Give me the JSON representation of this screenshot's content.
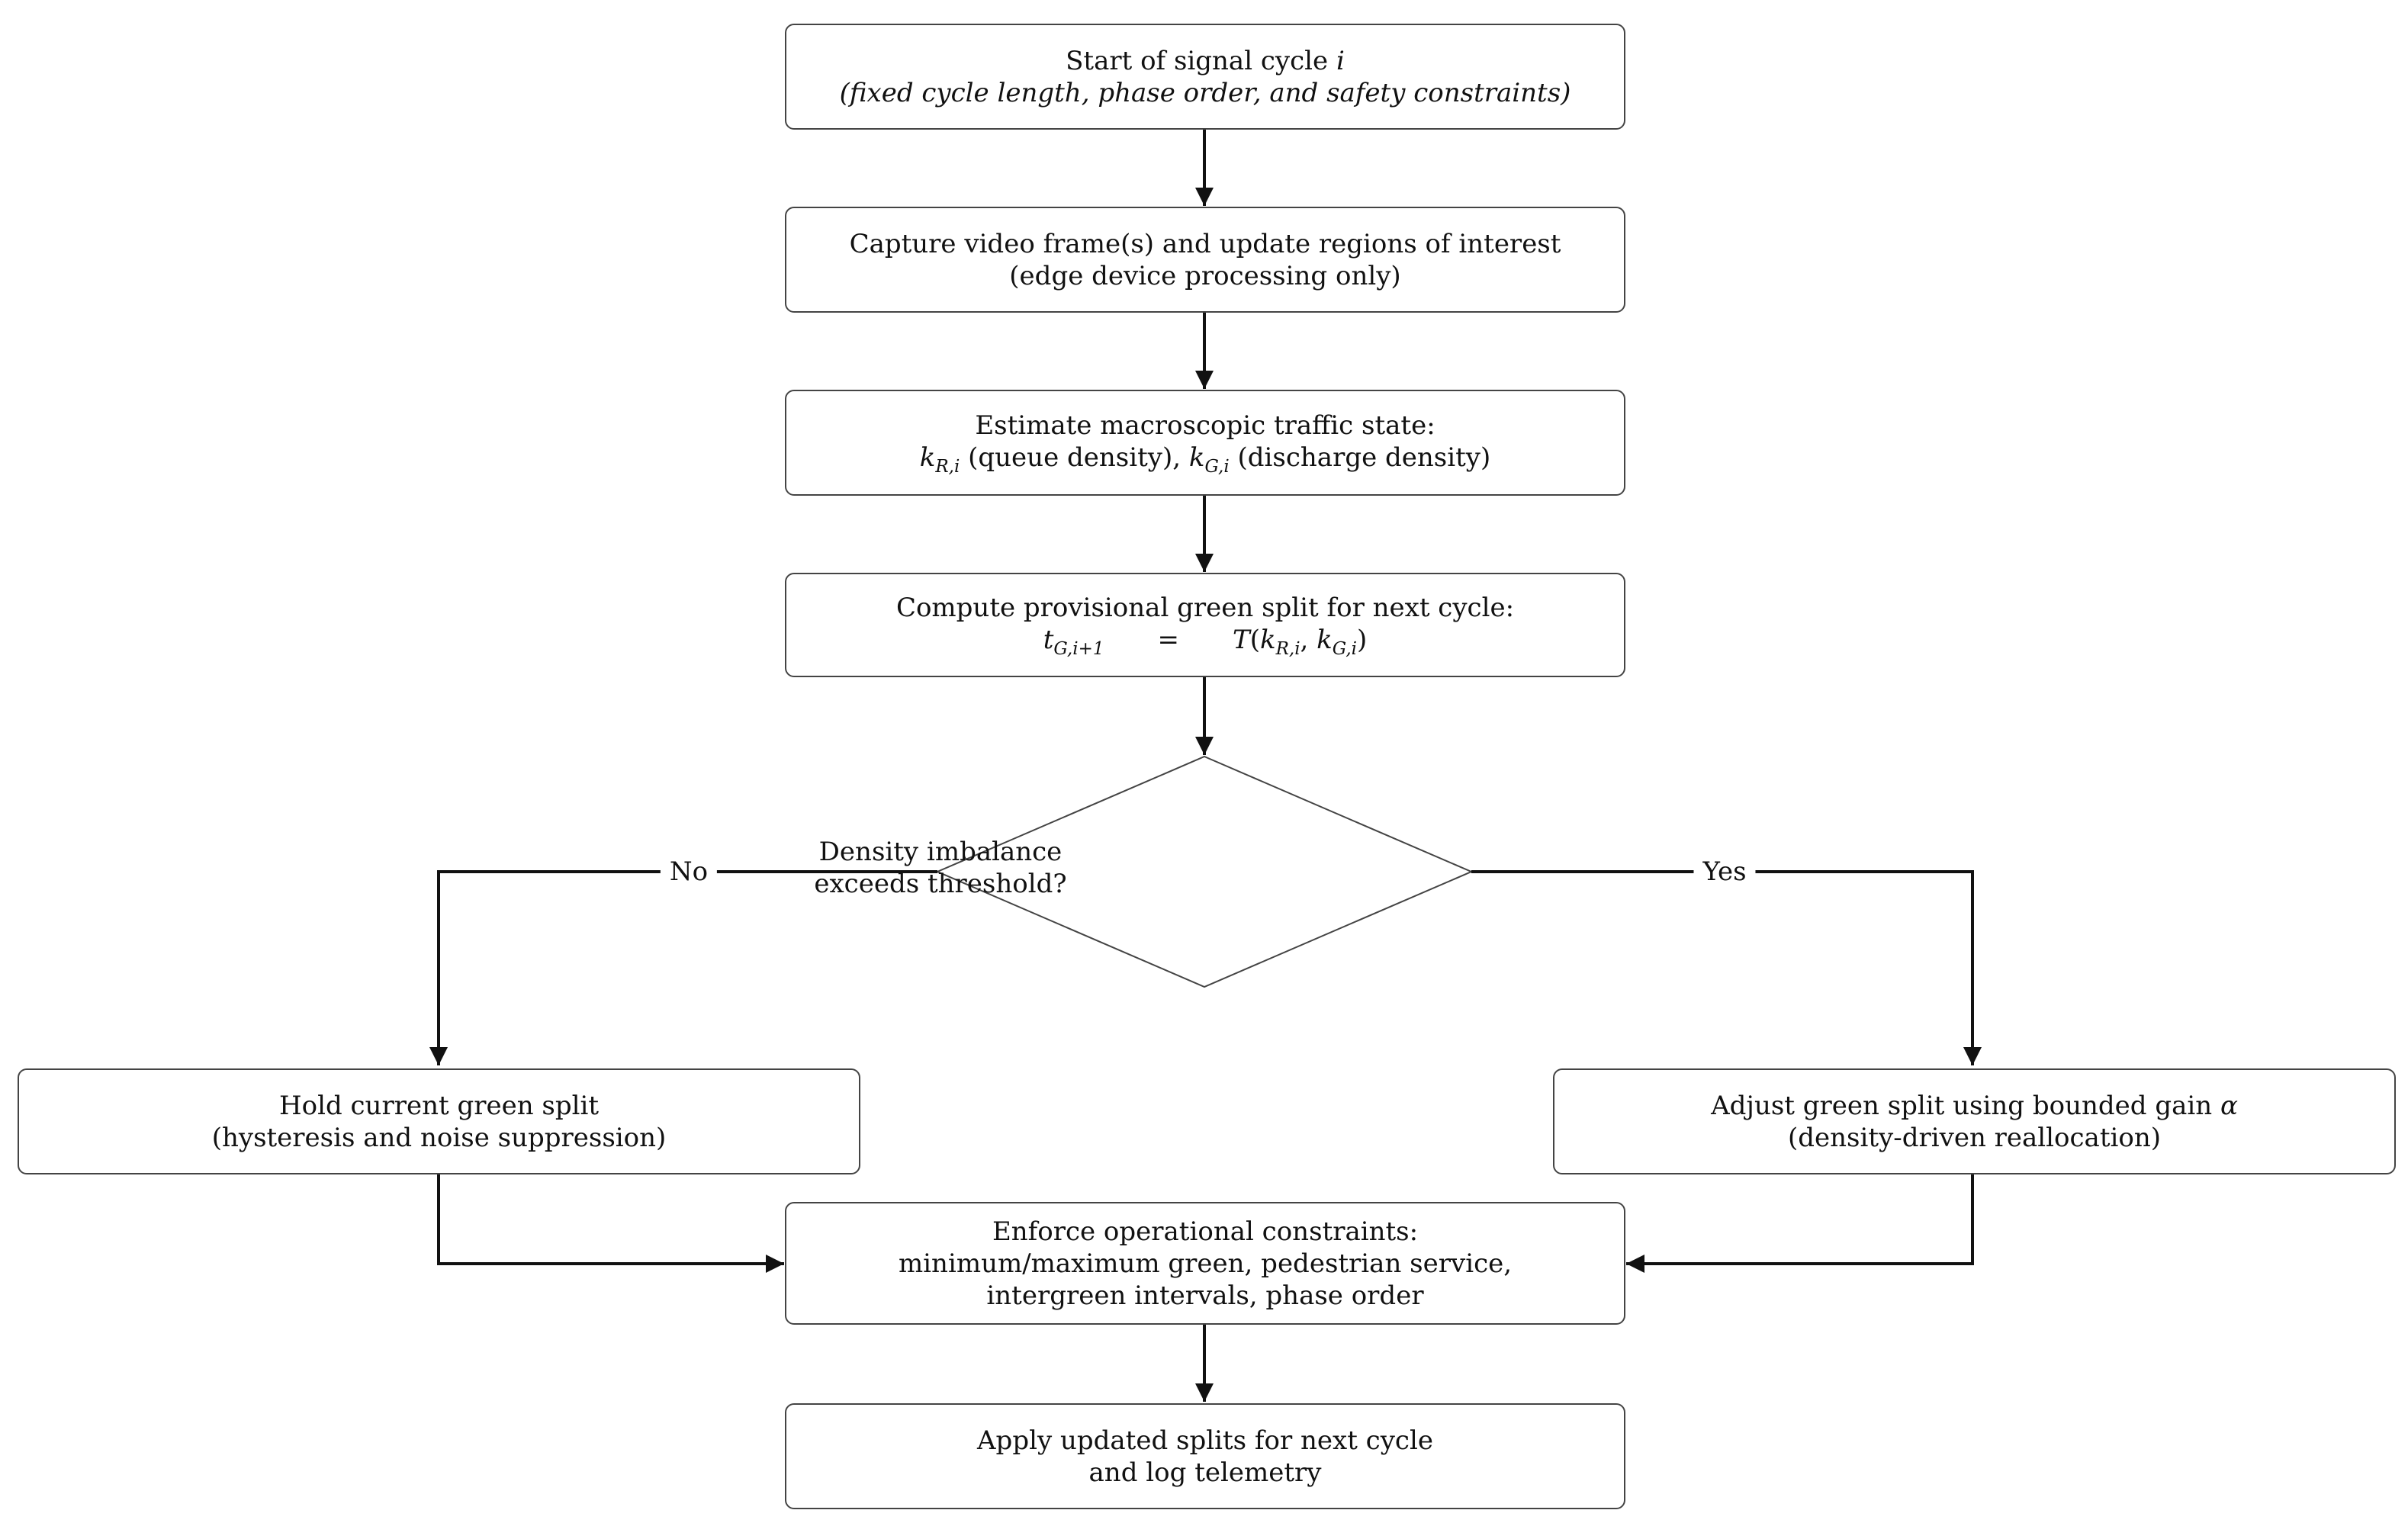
{
  "flowchart": {
    "start": {
      "line1": "Start of signal cycle ",
      "line1_var": "i",
      "line2": "(fixed cycle length, phase order, and safety constraints)"
    },
    "capture": {
      "line1": "Capture video frame(s) and update regions of interest",
      "line2": "(edge device processing only)"
    },
    "estimate": {
      "line1": "Estimate macroscopic traffic state:",
      "k1": "k",
      "k1_sub": "R,i",
      "k1_text": " (queue density), ",
      "k2": "k",
      "k2_sub": "G,i",
      "k2_text": " (discharge density)"
    },
    "compute": {
      "line1": "Compute provisional green split for next cycle:",
      "t": "t",
      "t_sub": "G,i+1",
      "eq": "=",
      "T": "T",
      "open": "(",
      "k1": "k",
      "k1_sub": "R,i",
      "comma": ", ",
      "k2": "k",
      "k2_sub": "G,i",
      "close": ")"
    },
    "decision": {
      "line1": "Density imbalance",
      "line2": "exceeds threshold?"
    },
    "no_label": "No",
    "yes_label": "Yes",
    "hold": {
      "line1": "Hold current green split",
      "line2": "(hysteresis and noise suppression)"
    },
    "adjust": {
      "line1": "Adjust green split using bounded gain ",
      "line1_var": "α",
      "line2": "(density-driven reallocation)"
    },
    "enforce": {
      "line1": "Enforce operational constraints:",
      "line2": "minimum/maximum green, pedestrian service,",
      "line3": "intergreen intervals, phase order"
    },
    "apply": {
      "line1": "Apply updated splits for next cycle",
      "line2": "and log telemetry"
    }
  }
}
